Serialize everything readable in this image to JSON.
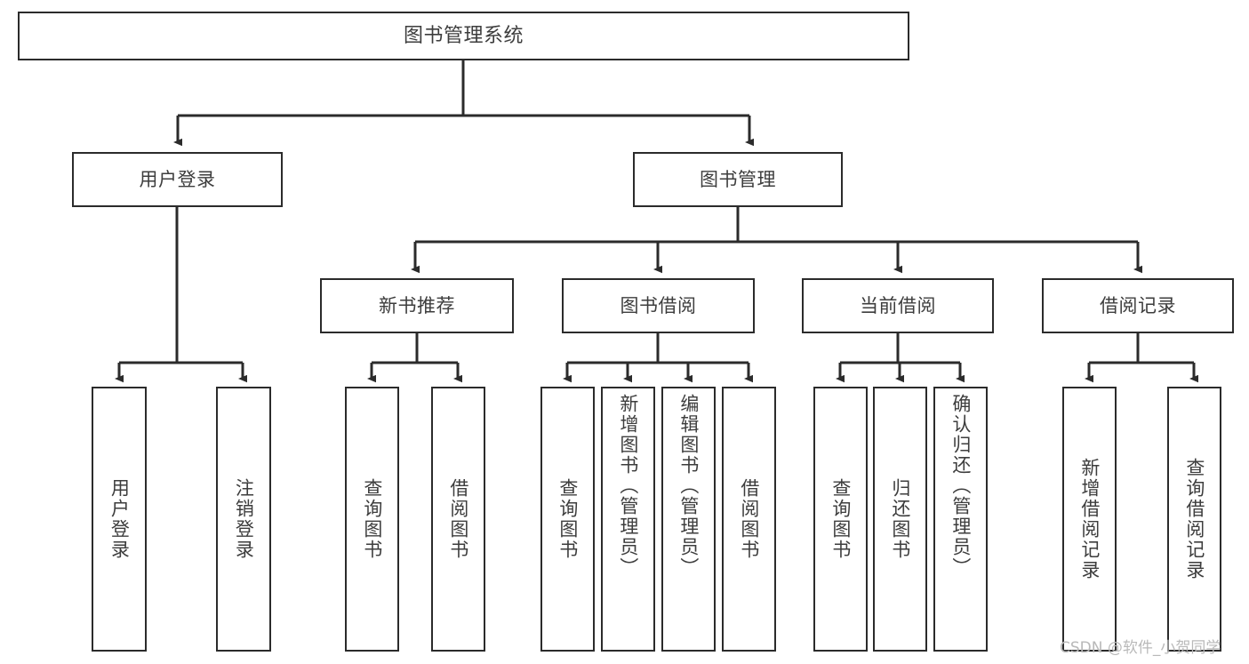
{
  "diagram": {
    "type": "tree-hierarchy",
    "title": "图书管理系统",
    "background_color": "#ffffff",
    "line_color": "#2b2b2b",
    "text_color": "#3d3d3d",
    "watermark": "CSDN @软件_小贺同学"
  },
  "nodes": {
    "root": {
      "label": "图书管理系统"
    },
    "level1": [
      {
        "id": "user-login",
        "label": "用户登录"
      },
      {
        "id": "book-manage",
        "label": "图书管理"
      }
    ],
    "level2": [
      {
        "id": "new-book-recommend",
        "label": "新书推荐"
      },
      {
        "id": "book-borrow",
        "label": "图书借阅"
      },
      {
        "id": "current-borrow",
        "label": "当前借阅"
      },
      {
        "id": "borrow-record",
        "label": "借阅记录"
      }
    ],
    "leaves": {
      "user_login": [
        {
          "id": "leaf-user-login",
          "label": "用户登录"
        },
        {
          "id": "leaf-logout-login",
          "label": "注销登录"
        }
      ],
      "new_book_recommend": [
        {
          "id": "leaf-query-book-1",
          "label": "查询图书"
        },
        {
          "id": "leaf-borrow-book-1",
          "label": "借阅图书"
        }
      ],
      "book_borrow": [
        {
          "id": "leaf-query-book-2",
          "label": "查询图书"
        },
        {
          "id": "leaf-add-book",
          "label": "新增图书（管理员）"
        },
        {
          "id": "leaf-edit-book",
          "label": "编辑图书（管理员）"
        },
        {
          "id": "leaf-borrow-book-2",
          "label": "借阅图书"
        }
      ],
      "current_borrow": [
        {
          "id": "leaf-query-book-3",
          "label": "查询图书"
        },
        {
          "id": "leaf-return-book",
          "label": "归还图书"
        },
        {
          "id": "leaf-confirm-return",
          "label": "确认归还（管理员）"
        }
      ],
      "borrow_record": [
        {
          "id": "leaf-add-record",
          "label": "新增借阅记录"
        },
        {
          "id": "leaf-query-record",
          "label": "查询借阅记录"
        }
      ]
    }
  }
}
